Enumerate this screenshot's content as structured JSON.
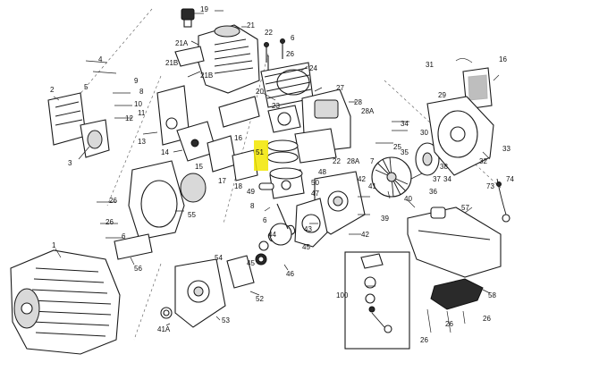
{
  "labels": {
    "l19": "19",
    "l21": "21",
    "l21A": "21A",
    "l21B": "21B",
    "l22": "22",
    "l6a": "6",
    "l26a": "26",
    "l24": "24",
    "l20": "20",
    "l27": "27",
    "l23": "23",
    "l28": "28",
    "l28A": "28A",
    "l22b": "22",
    "l28Ab": "28A",
    "l4": "4",
    "l5": "5",
    "l9": "9",
    "l8": "8",
    "l10": "10",
    "l11": "11",
    "l12": "12",
    "l13": "13",
    "l14": "14",
    "l16": "16",
    "l15": "15",
    "l17": "17",
    "l18": "18",
    "l2": "2",
    "l3": "3",
    "l48": "48",
    "l49": "49",
    "l50": "50",
    "l47": "47",
    "l26b": "26",
    "l55": "55",
    "l56": "56",
    "l6b": "6",
    "l26c": "26",
    "l1": "1",
    "l8b": "8",
    "l6c": "6",
    "l44": "44",
    "l45": "45",
    "l46": "46",
    "l45b": "45",
    "l43": "43",
    "l42": "42",
    "l41": "41",
    "l40": "40",
    "l39": "39",
    "l42b": "42",
    "l7": "7",
    "l31": "31",
    "l16b": "16",
    "l29": "29",
    "l30": "30",
    "l34": "34",
    "l35": "35",
    "l33": "33",
    "l32": "32",
    "l36": "36",
    "l37": "37",
    "l38": "38",
    "l34b": "34",
    "l25": "25",
    "l73": "73",
    "l74": "74",
    "l57": "57",
    "l58": "58",
    "l26d": "26",
    "l26e": "26",
    "l26f": "26",
    "l100": "100",
    "l52": "52",
    "l53": "53",
    "l54": "54",
    "l41A": "41A",
    "l51": "51"
  }
}
